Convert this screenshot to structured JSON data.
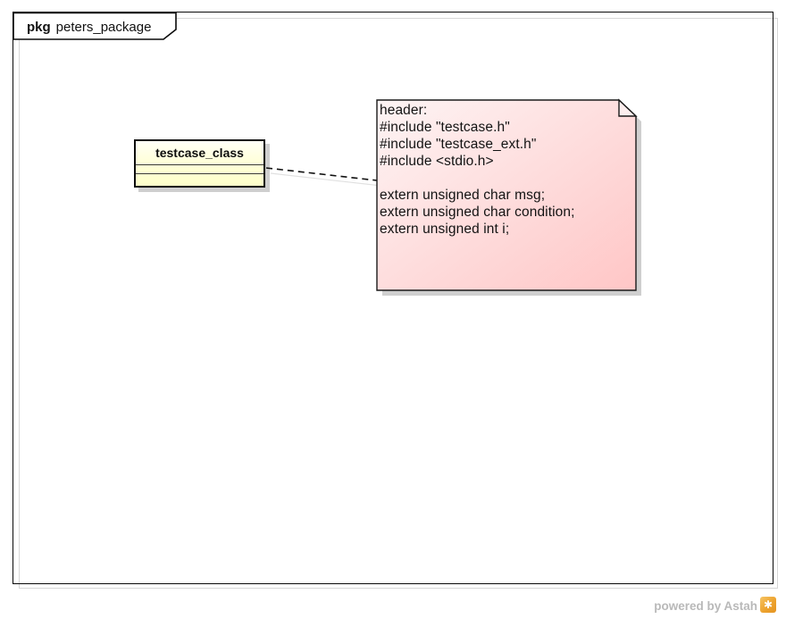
{
  "frame": {
    "keyword": "pkg",
    "name": "peters_package"
  },
  "class_box": {
    "title": "testcase_class",
    "fill_color": "#ffffcc"
  },
  "note": {
    "lines": [
      "header:",
      "#include \"testcase.h\"",
      "#include \"testcase_ext.h\"",
      "#include <stdio.h>",
      "",
      "extern unsigned char msg;",
      "extern unsigned char condition;",
      "extern unsigned int i;"
    ],
    "fill_color": "#ffc9c9"
  },
  "connector": {
    "style": "dashed",
    "color": "#111111"
  },
  "footer": {
    "credit": "powered by Astah",
    "logo_glyph": "✱",
    "logo_color": "#eda32f"
  },
  "colors": {
    "frame_border": "#0a0a0a",
    "shadow_gray": "#cfcfcf",
    "credit_gray": "#b9b9b9"
  }
}
